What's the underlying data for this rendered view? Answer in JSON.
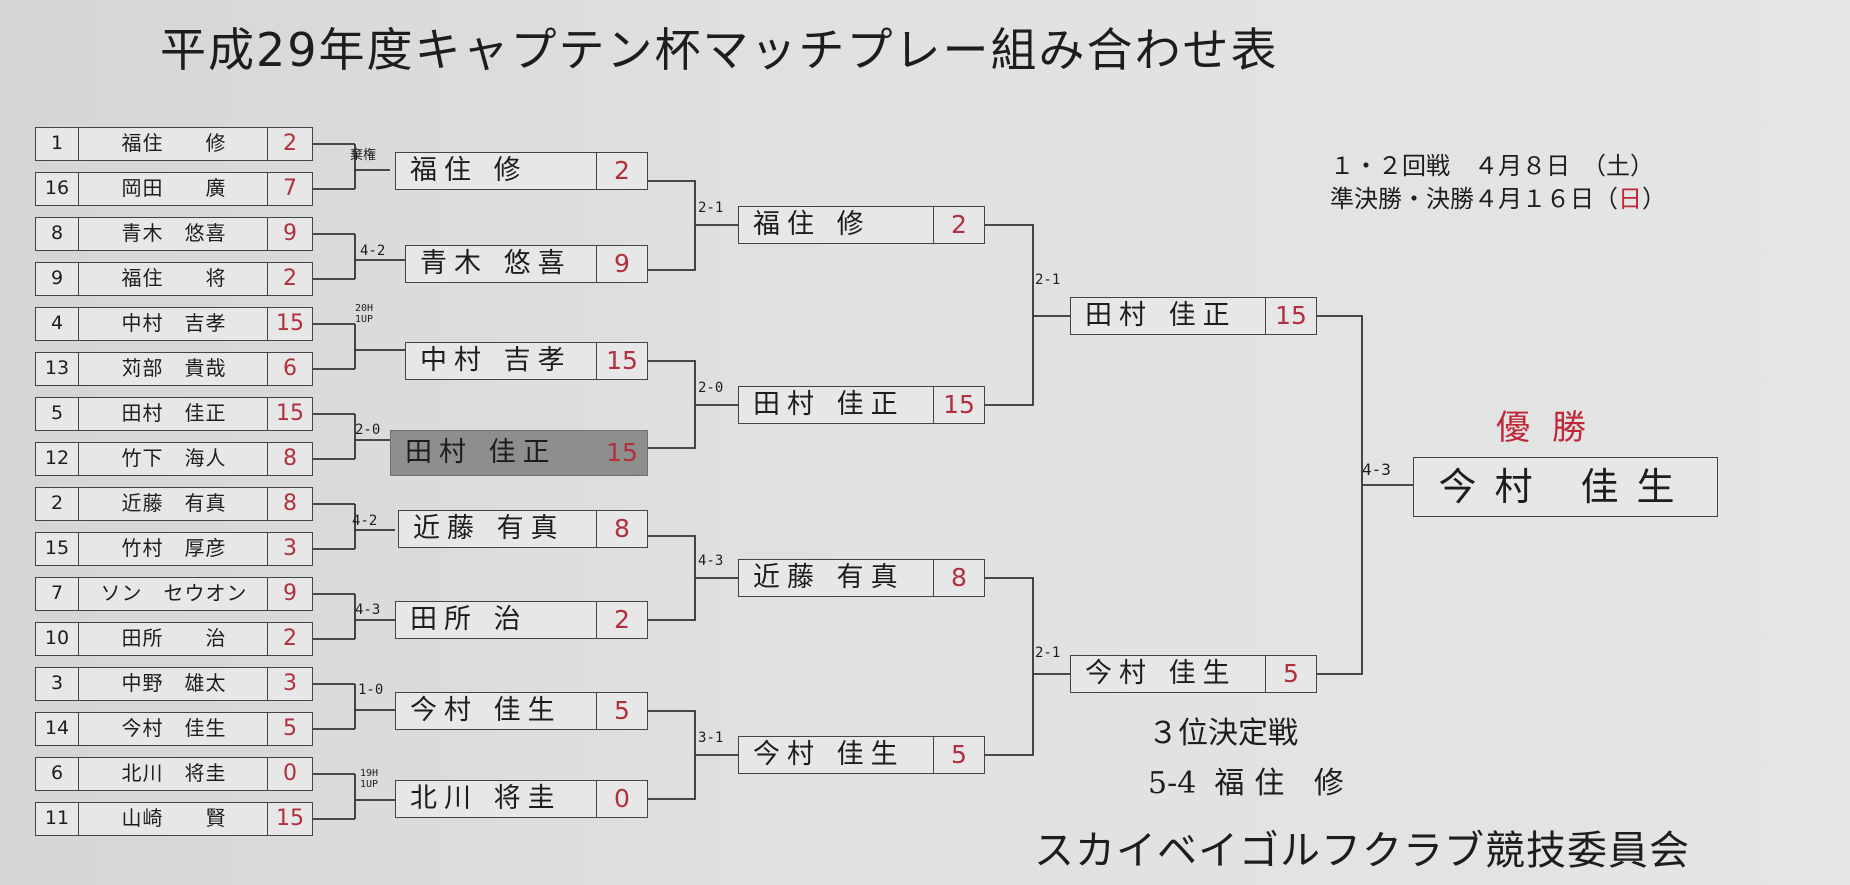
{
  "title": "平成29年度キャプテン杯マッチプレー組み合わせ表",
  "schedule": {
    "line1": "１・２回戦　４月８日　（土）",
    "line2_main": "準決勝・決勝４月１６日（",
    "line2_day": "日",
    "line2_close": "）"
  },
  "entries": [
    {
      "seed": "1",
      "name": "福住　　修",
      "hcp": "2"
    },
    {
      "seed": "16",
      "name": "岡田　　廣",
      "hcp": "7"
    },
    {
      "seed": "8",
      "name": "青木　悠喜",
      "hcp": "9"
    },
    {
      "seed": "9",
      "name": "福住　　将",
      "hcp": "2"
    },
    {
      "seed": "4",
      "name": "中村　吉孝",
      "hcp": "15"
    },
    {
      "seed": "13",
      "name": "苅部　貴哉",
      "hcp": "6"
    },
    {
      "seed": "5",
      "name": "田村　佳正",
      "hcp": "15"
    },
    {
      "seed": "12",
      "name": "竹下　海人",
      "hcp": "8"
    },
    {
      "seed": "2",
      "name": "近藤　有真",
      "hcp": "8"
    },
    {
      "seed": "15",
      "name": "竹村　厚彦",
      "hcp": "3"
    },
    {
      "seed": "7",
      "name": "ソン　セウオン",
      "hcp": "9"
    },
    {
      "seed": "10",
      "name": "田所　　治",
      "hcp": "2"
    },
    {
      "seed": "3",
      "name": "中野　雄太",
      "hcp": "3"
    },
    {
      "seed": "14",
      "name": "今村　佳生",
      "hcp": "5"
    },
    {
      "seed": "6",
      "name": "北川　将圭",
      "hcp": "0"
    },
    {
      "seed": "11",
      "name": "山崎　　賢",
      "hcp": "15"
    }
  ],
  "round2": [
    {
      "name": "福住 修",
      "score": "2",
      "result": "棄権"
    },
    {
      "name": "青木 悠喜",
      "score": "9",
      "result": "4-2"
    },
    {
      "name": "中村 吉孝",
      "score": "15",
      "result": "20H\n1UP"
    },
    {
      "name": "田村 佳正",
      "score": "15",
      "result": "2-0"
    },
    {
      "name": "近藤 有真",
      "score": "8",
      "result": "4-2"
    },
    {
      "name": "田所 治",
      "score": "2",
      "result": "4-3"
    },
    {
      "name": "今村 佳生",
      "score": "5",
      "result": "1-0"
    },
    {
      "name": "北川 将圭",
      "score": "0",
      "result": "19H\n1UP"
    }
  ],
  "quarterfinals": [
    {
      "name": "福住 修",
      "score": "2",
      "result": "2-1"
    },
    {
      "name": "田村 佳正",
      "score": "15",
      "result": "2-0"
    },
    {
      "name": "近藤 有真",
      "score": "8",
      "result": "4-3"
    },
    {
      "name": "今村 佳生",
      "score": "5",
      "result": "3-1"
    }
  ],
  "semifinals": [
    {
      "name": "田村 佳正",
      "score": "15",
      "result": "2-1"
    },
    {
      "name": "今村 佳生",
      "score": "5",
      "result": "2-1"
    }
  ],
  "final": {
    "label": "優勝",
    "name": "今村 佳生",
    "result": "4-3"
  },
  "third_place": {
    "title": "３位決定戦",
    "result": "5-4",
    "name": "福住 修"
  },
  "committee": "スカイベイゴルフクラブ競技委員会",
  "colors": {
    "score_red": "#b03040",
    "accent_red": "#c0283a",
    "highlight_gray": "#8d8f8c"
  }
}
